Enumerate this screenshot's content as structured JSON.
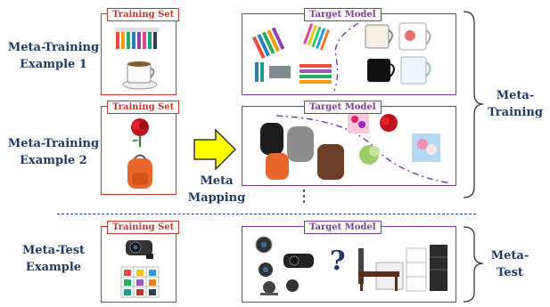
{
  "rows": [
    {
      "label_line1": "Meta-Training",
      "label_line2": "Example 1",
      "training_set_title": "Training Set",
      "target_model_title": "Target Model"
    },
    {
      "label_line1": "Meta-Training",
      "label_line2": "Example 2",
      "training_set_title": "Training Set",
      "target_model_title": "Target Model"
    },
    {
      "label_line1": "Meta-Test",
      "label_line2": "Example",
      "training_set_title": "Training Set",
      "target_model_title": "Target Model"
    }
  ],
  "arrow": {
    "label_line1": "Meta",
    "label_line2": "Mapping"
  },
  "ellipsis": "⋮",
  "question_mark": "?",
  "braces": {
    "training": {
      "line1": "Meta-",
      "line2": "Training"
    },
    "test": {
      "line1": "Meta-",
      "line2": "Test"
    }
  },
  "colors": {
    "text": "#1f3a68",
    "training_set": "#c0392b",
    "target_model": "#7d3c98",
    "arrow_fill": "#ffff00"
  },
  "icons": [
    "markers-icon",
    "cup-warmer-icon",
    "rose-icon",
    "backpack-icon",
    "mugs-icon",
    "flowers-icon",
    "webcam-icon",
    "shelf-icon",
    "desk-icon"
  ]
}
